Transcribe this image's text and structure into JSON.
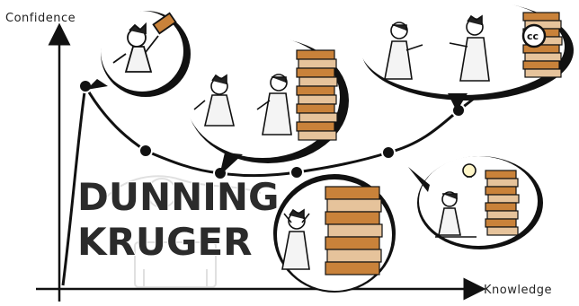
{
  "axes": {
    "y_label": "Confidence",
    "x_label": "Knowledge"
  },
  "title": {
    "line1": "DUNNING",
    "line2": "KRUGER"
  },
  "badge": {
    "text": "cc"
  },
  "colors": {
    "ink": "#1a1a1a",
    "book_orange": "#c9823a",
    "book_light": "#e6c39b",
    "paper": "#ffffff",
    "bubble_fill": "#ffffff",
    "bubble_shadow": "#111111"
  },
  "scenes": [
    {
      "id": "peak-of-mount-stupid",
      "icon": "person-holding-one-book"
    },
    {
      "id": "arguing-next-to-tall-book-stack",
      "icon": "two-people-book-stack"
    },
    {
      "id": "valley-of-despair",
      "icon": "person-despairing-book-stack"
    },
    {
      "id": "slope-of-enlightenment",
      "icon": "person-reading-lightbulb"
    },
    {
      "id": "plateau-of-sustainability",
      "icon": "two-people-discussing-books"
    }
  ]
}
